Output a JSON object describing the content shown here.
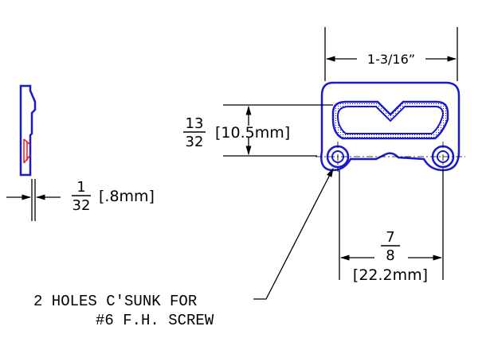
{
  "dimensions": {
    "width_label": "1-3/16”",
    "height_frac_num": "13",
    "height_frac_den": "32",
    "height_mm": "[10.5mm]",
    "thickness_frac_num": "1",
    "thickness_frac_den": "32",
    "thickness_mm": "[.8mm]",
    "hole_spacing_frac_num": "7",
    "hole_spacing_frac_den": "8",
    "hole_spacing_mm": "[22.2mm]"
  },
  "callout": {
    "line1": "2 HOLES C'SUNK FOR",
    "line2": "#6 F.H. SCREW"
  },
  "colors": {
    "outline": "#1a1acc",
    "hidden": "#e8201c",
    "dim": "#000000"
  }
}
